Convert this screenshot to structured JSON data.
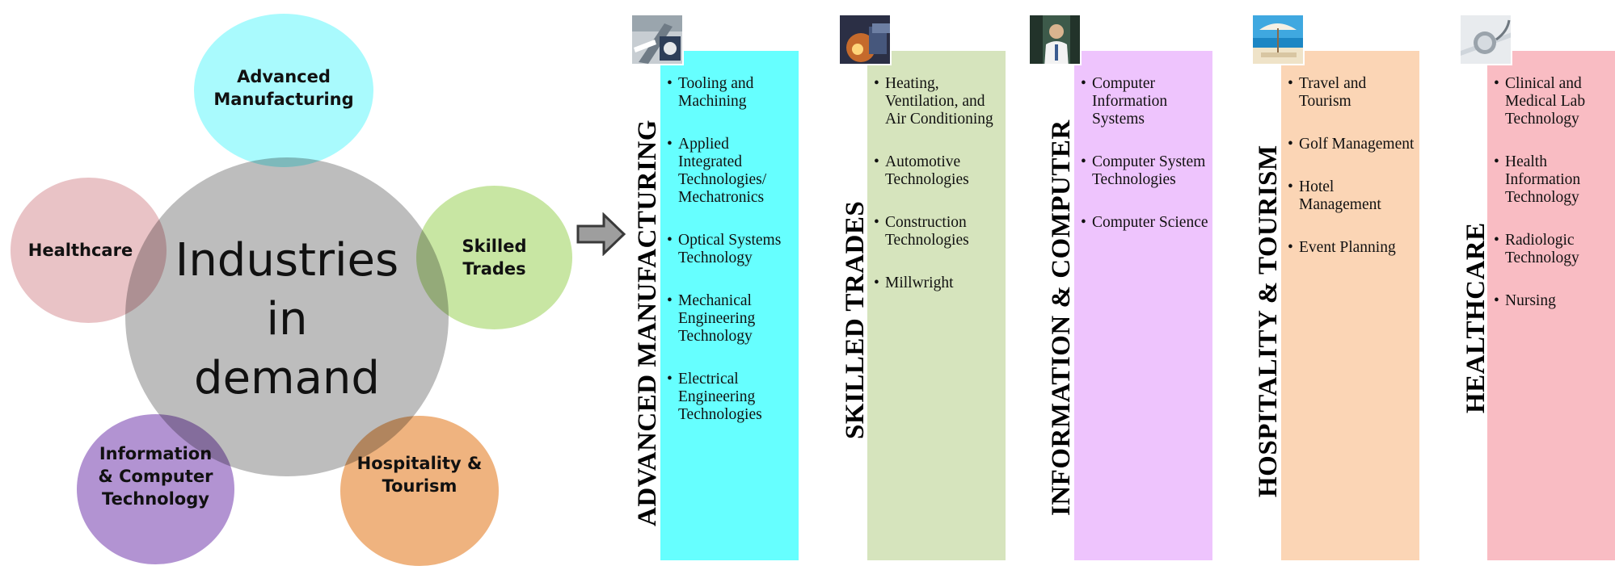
{
  "cycle": {
    "center": [
      "Industries",
      "in",
      "demand"
    ],
    "satellites": {
      "advanced": [
        "Advanced",
        "Manufacturing"
      ],
      "skilled": [
        "Skilled",
        "Trades"
      ],
      "hospitality": [
        "Hospitality &",
        "Tourism"
      ],
      "information": [
        "Information",
        "& Computer",
        "Technology"
      ],
      "healthcare": [
        "Healthcare"
      ]
    },
    "colors": {
      "center": "#bdbdbd",
      "advanced": "#a9fafd",
      "skilled": "#c8e6a3",
      "hospitality": "#efb37f",
      "information": "#b293d2",
      "healthcare": "#e9c3c6"
    }
  },
  "arrow_icon": "right-arrow-icon",
  "columns": [
    {
      "title": "ADVANCED MANUFACTURING",
      "color": "#66ffff",
      "photo_icon": "machinery-photo-icon",
      "items": [
        "Tooling and Machining",
        "Applied Integrated Technologies/ Mechatronics",
        "Optical Systems Technology",
        "Mechanical Engineering Technology",
        "Electrical Engineering Technologies"
      ]
    },
    {
      "title": "SKILLED TRADES",
      "color": "#d6e4bd",
      "photo_icon": "welder-photo-icon",
      "items": [
        "Heating, Ventilation, and Air Conditioning",
        "Automotive Technologies",
        "Construction Technologies",
        "Millwright"
      ]
    },
    {
      "title": "INFORMATION & COMPUTER",
      "color": "#eec4fd",
      "photo_icon": "server-technician-photo-icon",
      "items": [
        "Computer Information Systems",
        "Computer System Technologies",
        "Computer Science"
      ]
    },
    {
      "title": "HOSPITALITY & TOURISM",
      "color": "#fbd5b5",
      "photo_icon": "beach-umbrella-photo-icon",
      "items": [
        "Travel and Tourism",
        "Golf Management",
        "Hotel Management",
        "Event Planning"
      ]
    },
    {
      "title": "HEALTHCARE",
      "color": "#f9bcc3",
      "photo_icon": "stethoscope-photo-icon",
      "items": [
        "Clinical and Medical Lab Technology",
        "Health Information Technology",
        "Radiologic Technology",
        "Nursing"
      ]
    }
  ]
}
